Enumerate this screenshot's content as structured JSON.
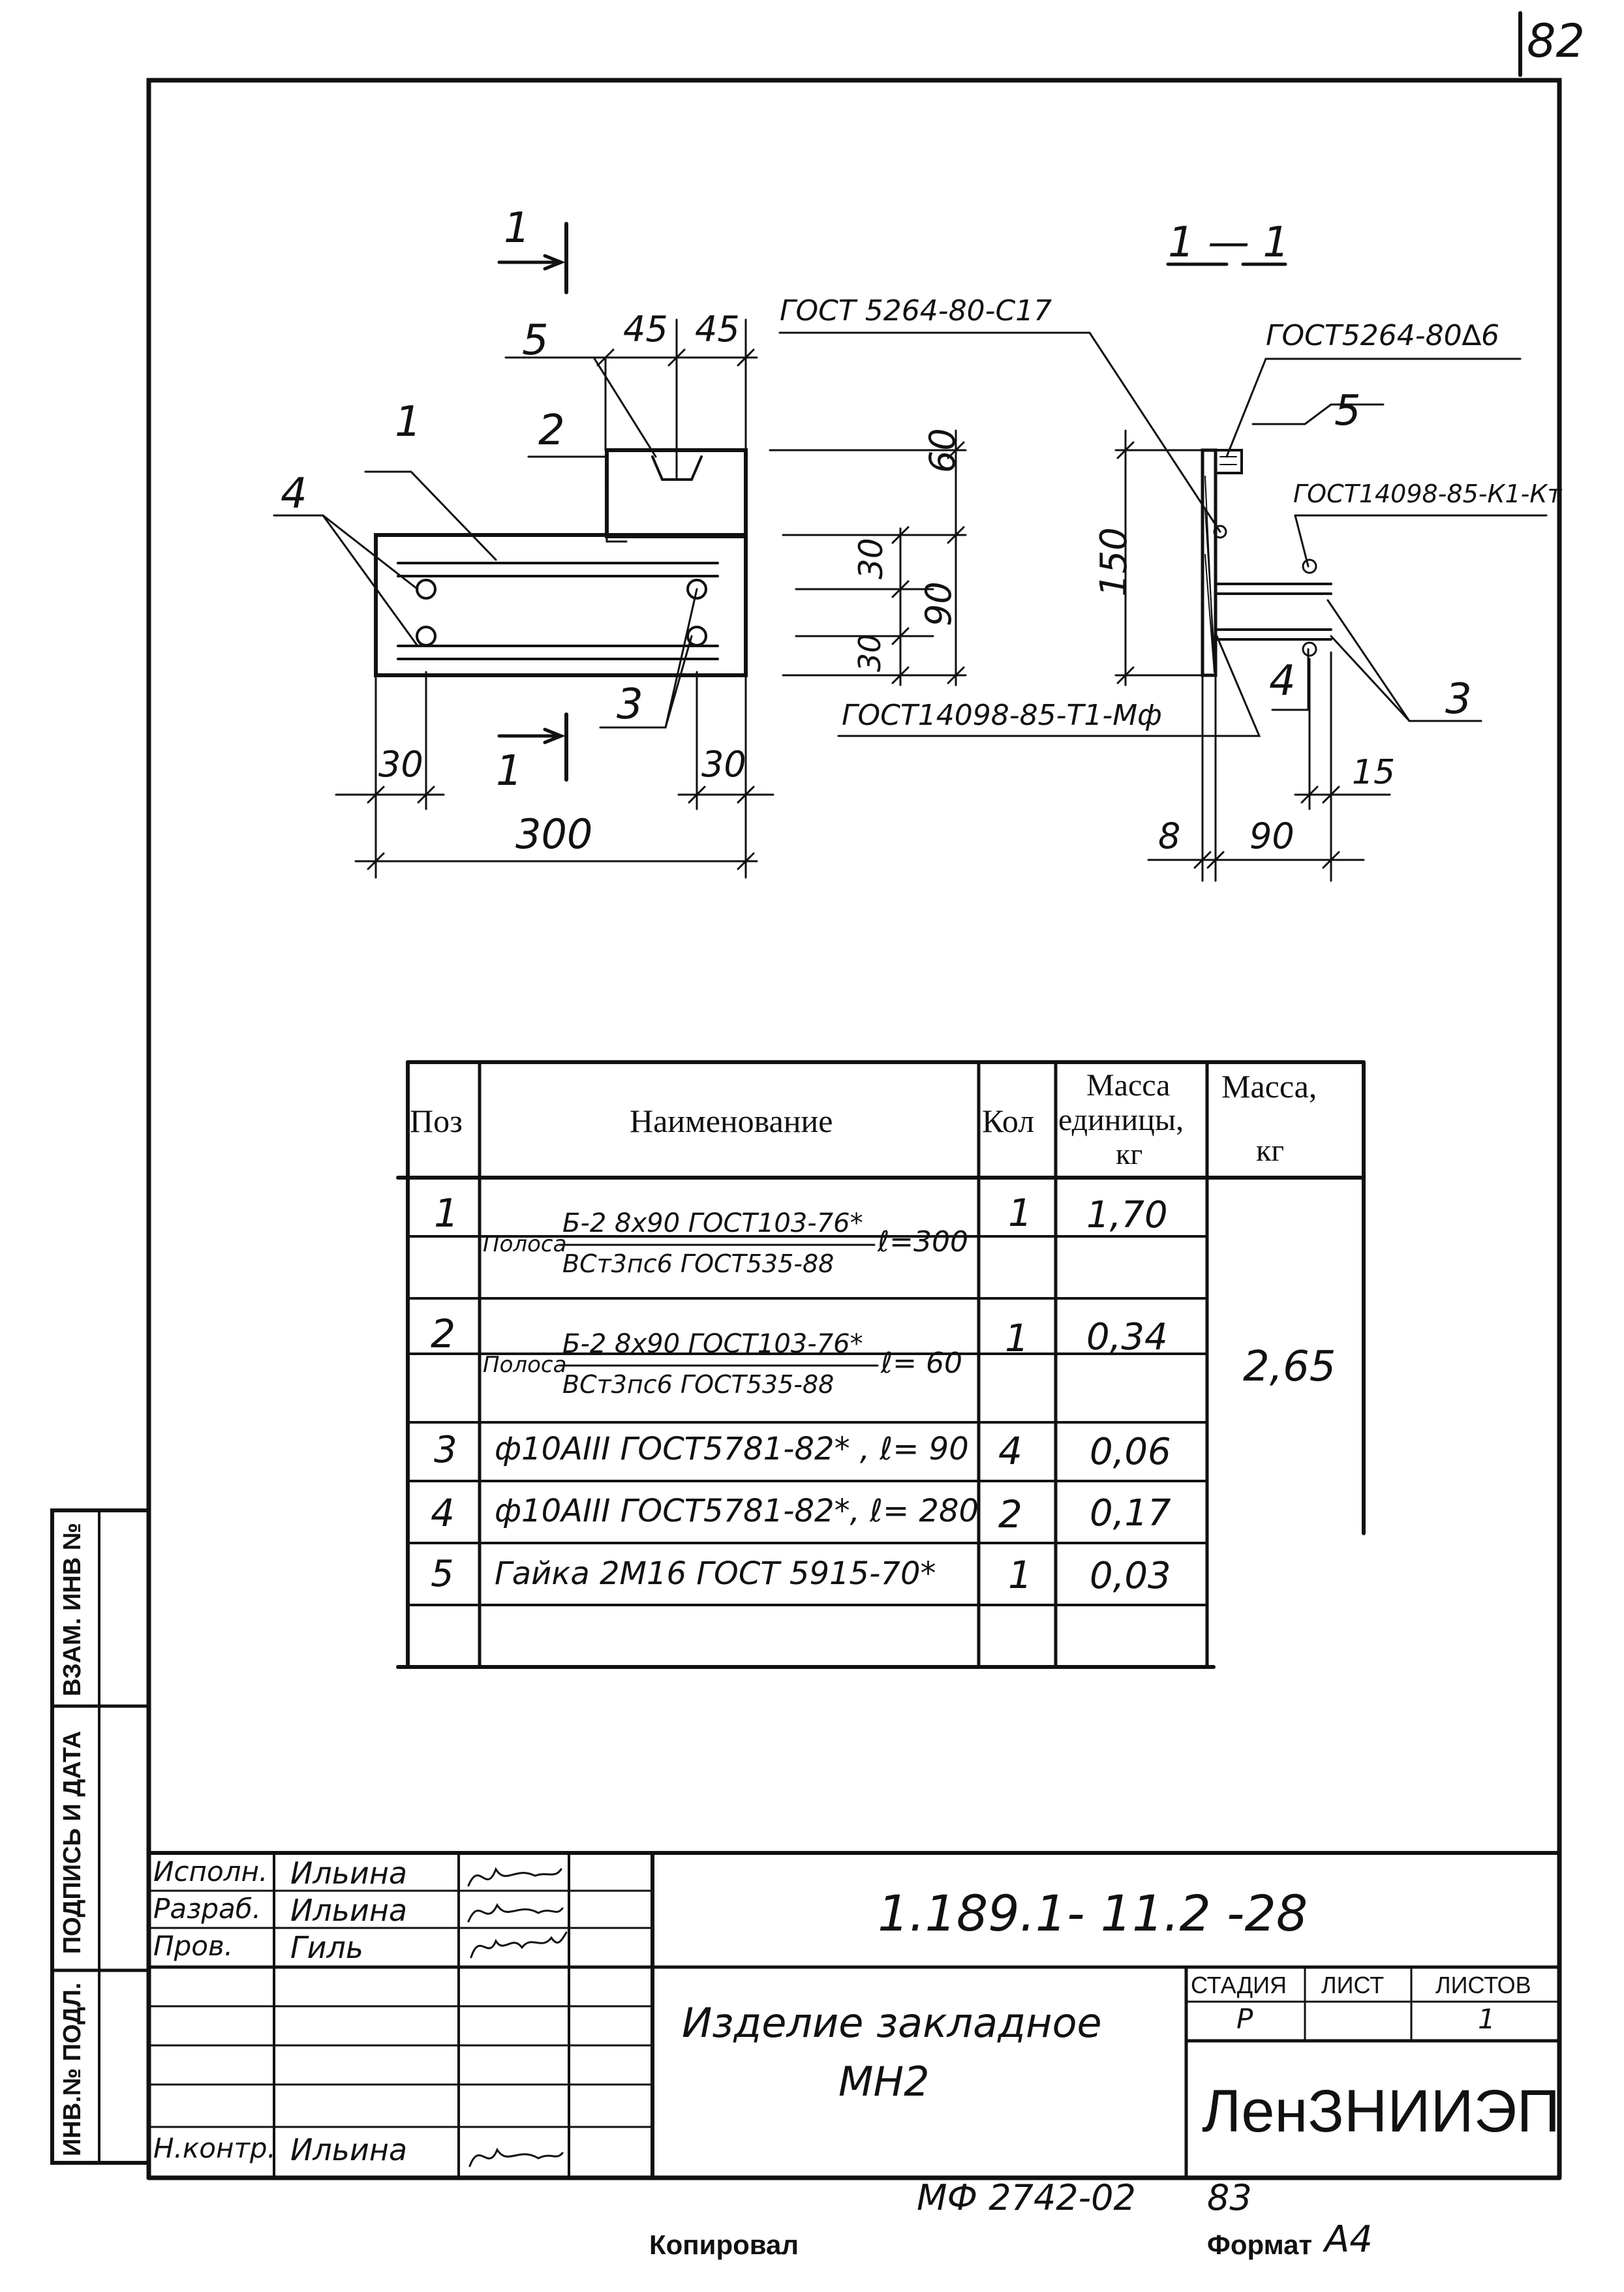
{
  "sheet_number": "82",
  "section_label": "1 — 1",
  "callouts": {
    "c1": "1",
    "c2": "2",
    "c3": "3",
    "c4": "4",
    "c5": "5",
    "cut_top": "1",
    "cut_bottom": "1",
    "sec_c3": "3",
    "sec_c4": "4",
    "sec_c5": "5"
  },
  "dimensions": {
    "d45a": "45",
    "d45b": "45",
    "d60": "60",
    "d30a": "30",
    "d90": "90",
    "d30b": "30",
    "d150": "150",
    "d30_left": "30",
    "d30_right": "30",
    "d300": "300",
    "d8": "8",
    "d90_side": "90",
    "d15": "15"
  },
  "weld_notes": {
    "w1": "ГОСТ 5264-80-С17",
    "w2": "ГОСТ5264-80∆6",
    "w3": "ГОСТ14098-85-К1-Кт",
    "w4": "ГОСТ14098-85-Т1-Мф"
  },
  "spec_table": {
    "headers": {
      "pos": "Поз",
      "name": "Наименование",
      "qty": "Кол",
      "unit_mass_l1": "Масса",
      "unit_mass_l2": "единицы,",
      "unit_mass_l3": "кг",
      "mass_l1": "Масса,",
      "mass_l2": "кг"
    },
    "rows": [
      {
        "pos": "1",
        "prefix": "Полоса",
        "num": "Б-2 8х90 ГОСТ103-76*",
        "den": "ВСт3пс6 ГОСТ535-88",
        "suffix": "ℓ=300",
        "qty": "1",
        "unit_mass": "1,70"
      },
      {
        "pos": "2",
        "prefix": "Полоса",
        "num": "Б-2 8х90 ГОСТ103-76*",
        "den": "ВСт3пс6 ГОСТ535-88",
        "suffix": "ℓ= 60",
        "qty": "1",
        "unit_mass": "0,34"
      },
      {
        "pos": "3",
        "name": "ф10АIII ГОСТ5781-82* , ℓ= 90",
        "qty": "4",
        "unit_mass": "0,06"
      },
      {
        "pos": "4",
        "name": "ф10АIII ГОСТ5781-82*, ℓ= 280",
        "qty": "2",
        "unit_mass": "0,17"
      },
      {
        "pos": "5",
        "name": "Гайка 2М16 ГОСТ 5915-70*",
        "qty": "1",
        "unit_mass": "0,03"
      }
    ],
    "total_mass": "2,65"
  },
  "side_stamp": {
    "vzam": "ВЗАМ. ИНВ №",
    "podpis": "ПОДПИСЬ И ДАТА",
    "inv": "ИНВ.№ ПОДЛ."
  },
  "title_block": {
    "roles": [
      {
        "role": "Исполн.",
        "name": "Ильина"
      },
      {
        "role": "Разраб.",
        "name": "Ильина"
      },
      {
        "role": "Пров.",
        "name": "Гиль"
      }
    ],
    "norm_role": "Н.контр.",
    "norm_name": "Ильина",
    "doc_code": "1.189.1- 11.2 -28",
    "item_title_l1": "Изделие закладное",
    "item_title_l2": "МН2",
    "stage_label": "СТАДИЯ",
    "sheet_label": "ЛИСТ",
    "sheets_label": "ЛИСТОВ",
    "stage": "Р",
    "sheet": "",
    "sheets": "1",
    "org": "ЛенЗНИИЭП"
  },
  "footer": {
    "archive": "МФ 2742-02",
    "archive_num": "83",
    "copied": "Копировал",
    "format_label": "Формат",
    "format_value": "А4"
  }
}
